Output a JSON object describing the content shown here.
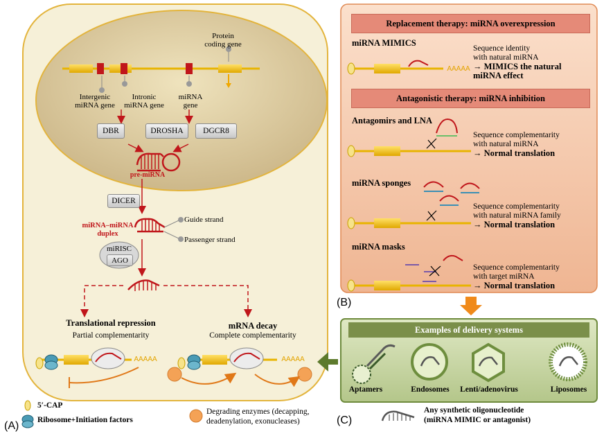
{
  "panel_a": {
    "label": "(A)",
    "protein_coding_gene": "Protein\ncoding gene",
    "intergenic": "Intergenic\nmiRNA gene",
    "intronic": "Intronic\nmiRNA gene",
    "mirna_gene": "miRNA\ngene",
    "dbr": "DBR",
    "drosha": "DROSHA",
    "dgcr8": "DGCR8",
    "pre_mirna": "pre-miRNA",
    "dicer": "DICER",
    "duplex": "miRNA–miRNA\nduplex",
    "guide": "Guide strand",
    "passenger": "Passenger strand",
    "mirisc": "miRISC",
    "ago": "AGO",
    "trans_title": "Translational repression",
    "trans_sub": "Partial complementarity",
    "decay_title": "mRNA decay",
    "decay_sub": "Complete complementarity",
    "polya": "AAAAA"
  },
  "panel_b": {
    "label": "(B)",
    "header1": "Replacement therapy: miRNA overexpression",
    "mimics_title": "miRNA MIMICS",
    "mimics_desc1": "Sequence identity",
    "mimics_desc2": "with natural miRNA",
    "mimics_desc3": "→ MIMICS the natural",
    "mimics_desc4": "miRNA effect",
    "header2": "Antagonistic therapy: miRNA inhibition",
    "antagomir_title": "Antagomirs and LNA",
    "antagomir_desc1": "Sequence complementarity",
    "antagomir_desc2": "with natural miRNA",
    "antagomir_desc3": "→ Normal translation",
    "sponge_title": "miRNA sponges",
    "sponge_desc1": "Sequence complementarity",
    "sponge_desc2": "with natural miRNA family",
    "sponge_desc3": "→ Normal translation",
    "mask_title": "miRNA masks",
    "mask_desc1": "Sequence complementarity",
    "mask_desc2": "with target miRNA",
    "mask_desc3": "→ Normal translation",
    "polya": "AAAAA"
  },
  "panel_c": {
    "label": "(C)",
    "header": "Examples of delivery systems",
    "aptamers": "Aptamers",
    "endosomes": "Endosomes",
    "lenti": "Lenti/adenovirus",
    "liposomes": "Liposomes"
  },
  "legend": {
    "cap": "5′-CAP",
    "ribosome": "Ribosome+Initiation factors",
    "enzymes1": "Degrading enzymes (decapping,",
    "enzymes2": "deadenylation, exonucleases)",
    "oligo1": "Any synthetic oligonucleotide",
    "oligo2": "(miRNA MIMIC or antagonist)"
  },
  "colors": {
    "cell_bg": "#f6f0d8",
    "cell_border": "#e3b43c",
    "nucleus_bg": "#d9c79b",
    "gene_yellow": "#f1c21b",
    "mirna_red": "#c0161b",
    "panel_b_bg": "#f3c4a8",
    "panel_c_bg": "#c5d3a2",
    "panel_c_border": "#6d8a3c",
    "arrow_orange": "#f08a1a"
  }
}
